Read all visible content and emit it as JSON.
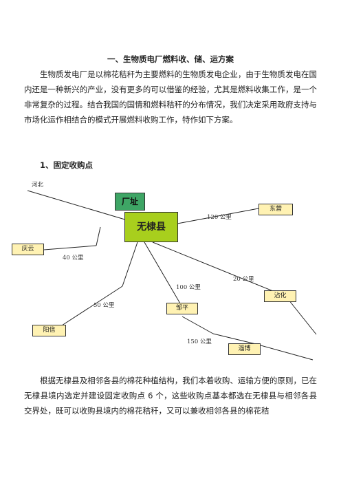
{
  "heading": "一、生物质电厂燃料收、储、运方案",
  "intro_paragraph": "生物质发电厂是以棉花秸秆为主要燃料的生物质发电企业，由于生物质发电在国内还是一种新兴的产业，没有更多的可以借鉴的经验，尤其是燃料收集工作，是一个非常复杂的过程。结合我国的国情和燃料秸秆的分布情况，我们决定采用政府支持与市场化运作相结合的模式开展燃料收购工作，特作如下方案。",
  "section_title": "1、固定收购点",
  "map": {
    "hebei": "河北",
    "factory": "厂址",
    "county": "无棣县",
    "dongying": "东营",
    "qingyun": "庆云",
    "zhanhua": "沾化",
    "zouping": "邹平",
    "yangxin": "阳信",
    "zibo": "淄博",
    "dist_120": "120 公里",
    "dist_40": "40 公里",
    "dist_20": "20 公里",
    "dist_100": "100 公里",
    "dist_50": "50 公里",
    "dist_150": "150 公里"
  },
  "body_paragraph": "根据无棣县及相邻各县的棉花种植结构，我们本着收购、运输方便的原则，已在无棣县境内选定并建设固定收购点 6 个，这些收购点基本都选在无棣县与相邻各县交界处，既可以收购县境内的棉花秸秆，又可以兼收相邻各县的棉花秸",
  "colors": {
    "factory_fill": "#3ea565",
    "county_fill": "#a8cf1d",
    "city_fill": "#fff2b3"
  }
}
